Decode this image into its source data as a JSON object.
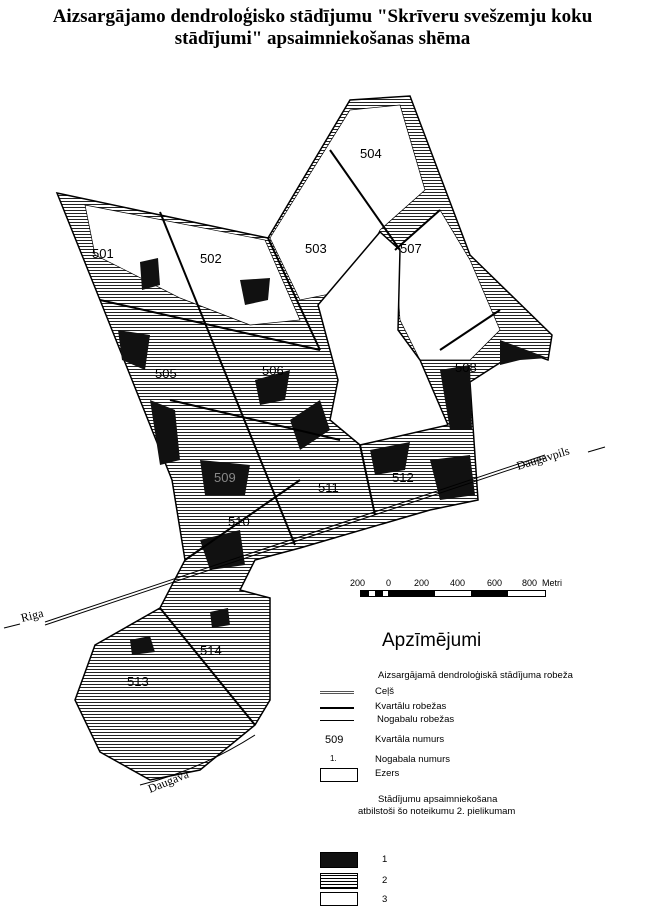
{
  "title": {
    "line1": "Aizsargājamo dendroloģisko stādījumu \"Skrīveru svešzemju koku",
    "line2": "stādījumi\" apsaimniekošanas shēma"
  },
  "map": {
    "quarters": [
      "501",
      "502",
      "503",
      "504",
      "505",
      "506",
      "507",
      "508",
      "509",
      "510",
      "511",
      "512",
      "513",
      "514"
    ],
    "places": {
      "riga": "Riga",
      "daugavpils": "Daugavpils",
      "daugava": "Daugava"
    }
  },
  "scale": {
    "ticks": [
      "200",
      "0",
      "200",
      "400",
      "600",
      "800"
    ],
    "unit": "Metri"
  },
  "legend": {
    "title": "Apzīmējumi",
    "boundary": "Aizsargājamā dendroloģiskā stādījuma robeža",
    "road": "Ceļš",
    "quarter_border": "Kvartālu robežas",
    "plot_border": "Nogabalu robežas",
    "quarter_number_sample": "509",
    "quarter_number": "Kvartāla numurs",
    "plot_number_sample": "1.",
    "plot_number": "Nogabala numurs",
    "lake": "Ezers",
    "management_title1": "Stādījumu apsaimniekošana",
    "management_title2": "atbilstoši šo noteikumu 2. pielikumam",
    "classes": [
      "1",
      "2",
      "3"
    ]
  }
}
